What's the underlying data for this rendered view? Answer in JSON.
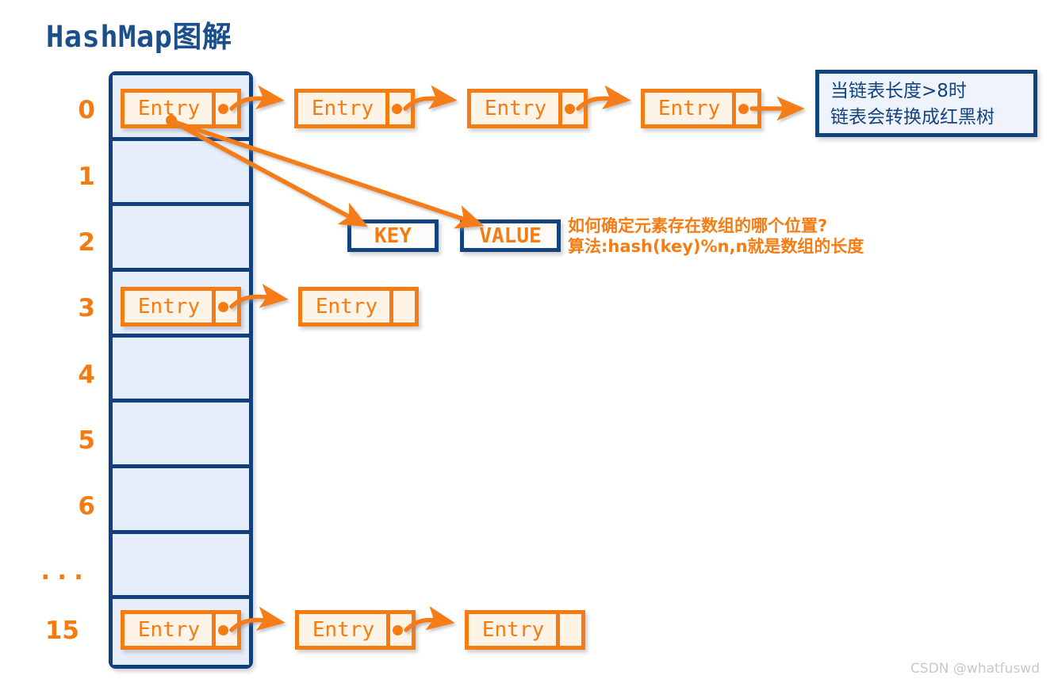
{
  "title": "HashMap图解",
  "watermark": "CSDN @whatfuswd",
  "entry_label": "Entry",
  "table": {
    "rows": [
      {
        "index_label": "0",
        "entry_count": 1
      },
      {
        "index_label": "1",
        "entry_count": 0
      },
      {
        "index_label": "2",
        "entry_count": 0
      },
      {
        "index_label": "3",
        "entry_count": 1
      },
      {
        "index_label": "4",
        "entry_count": 0
      },
      {
        "index_label": "5",
        "entry_count": 0
      },
      {
        "index_label": "6",
        "entry_count": 0
      },
      {
        "index_label": "...",
        "entry_count": 0
      },
      {
        "index_label": "15",
        "entry_count": 1
      }
    ]
  },
  "chains": {
    "row0": {
      "boxes": 4,
      "last_has_pointer": true
    },
    "row3": {
      "boxes": 2,
      "last_has_pointer": false
    },
    "row15": {
      "boxes": 3,
      "last_has_pointer": false
    }
  },
  "kv": {
    "key_label": "KEY",
    "value_label": "VALUE"
  },
  "note_box": {
    "line1": "当链表长度>8时",
    "line2": "链表会转换成红黑树"
  },
  "hash_note": {
    "line1": "如何确定元素存在数组的哪个位置?",
    "line2": "算法:hash(key)%n,n就是数组的长度"
  },
  "colors": {
    "orange": "#f57c12",
    "navy": "#12437f",
    "title_blue": "#1b4f8c",
    "cell_fill": "#e7eefb",
    "entry_fill": "#fdf3e6",
    "note_fill": "#eff3fb",
    "watermark": "#c8c8c8"
  }
}
